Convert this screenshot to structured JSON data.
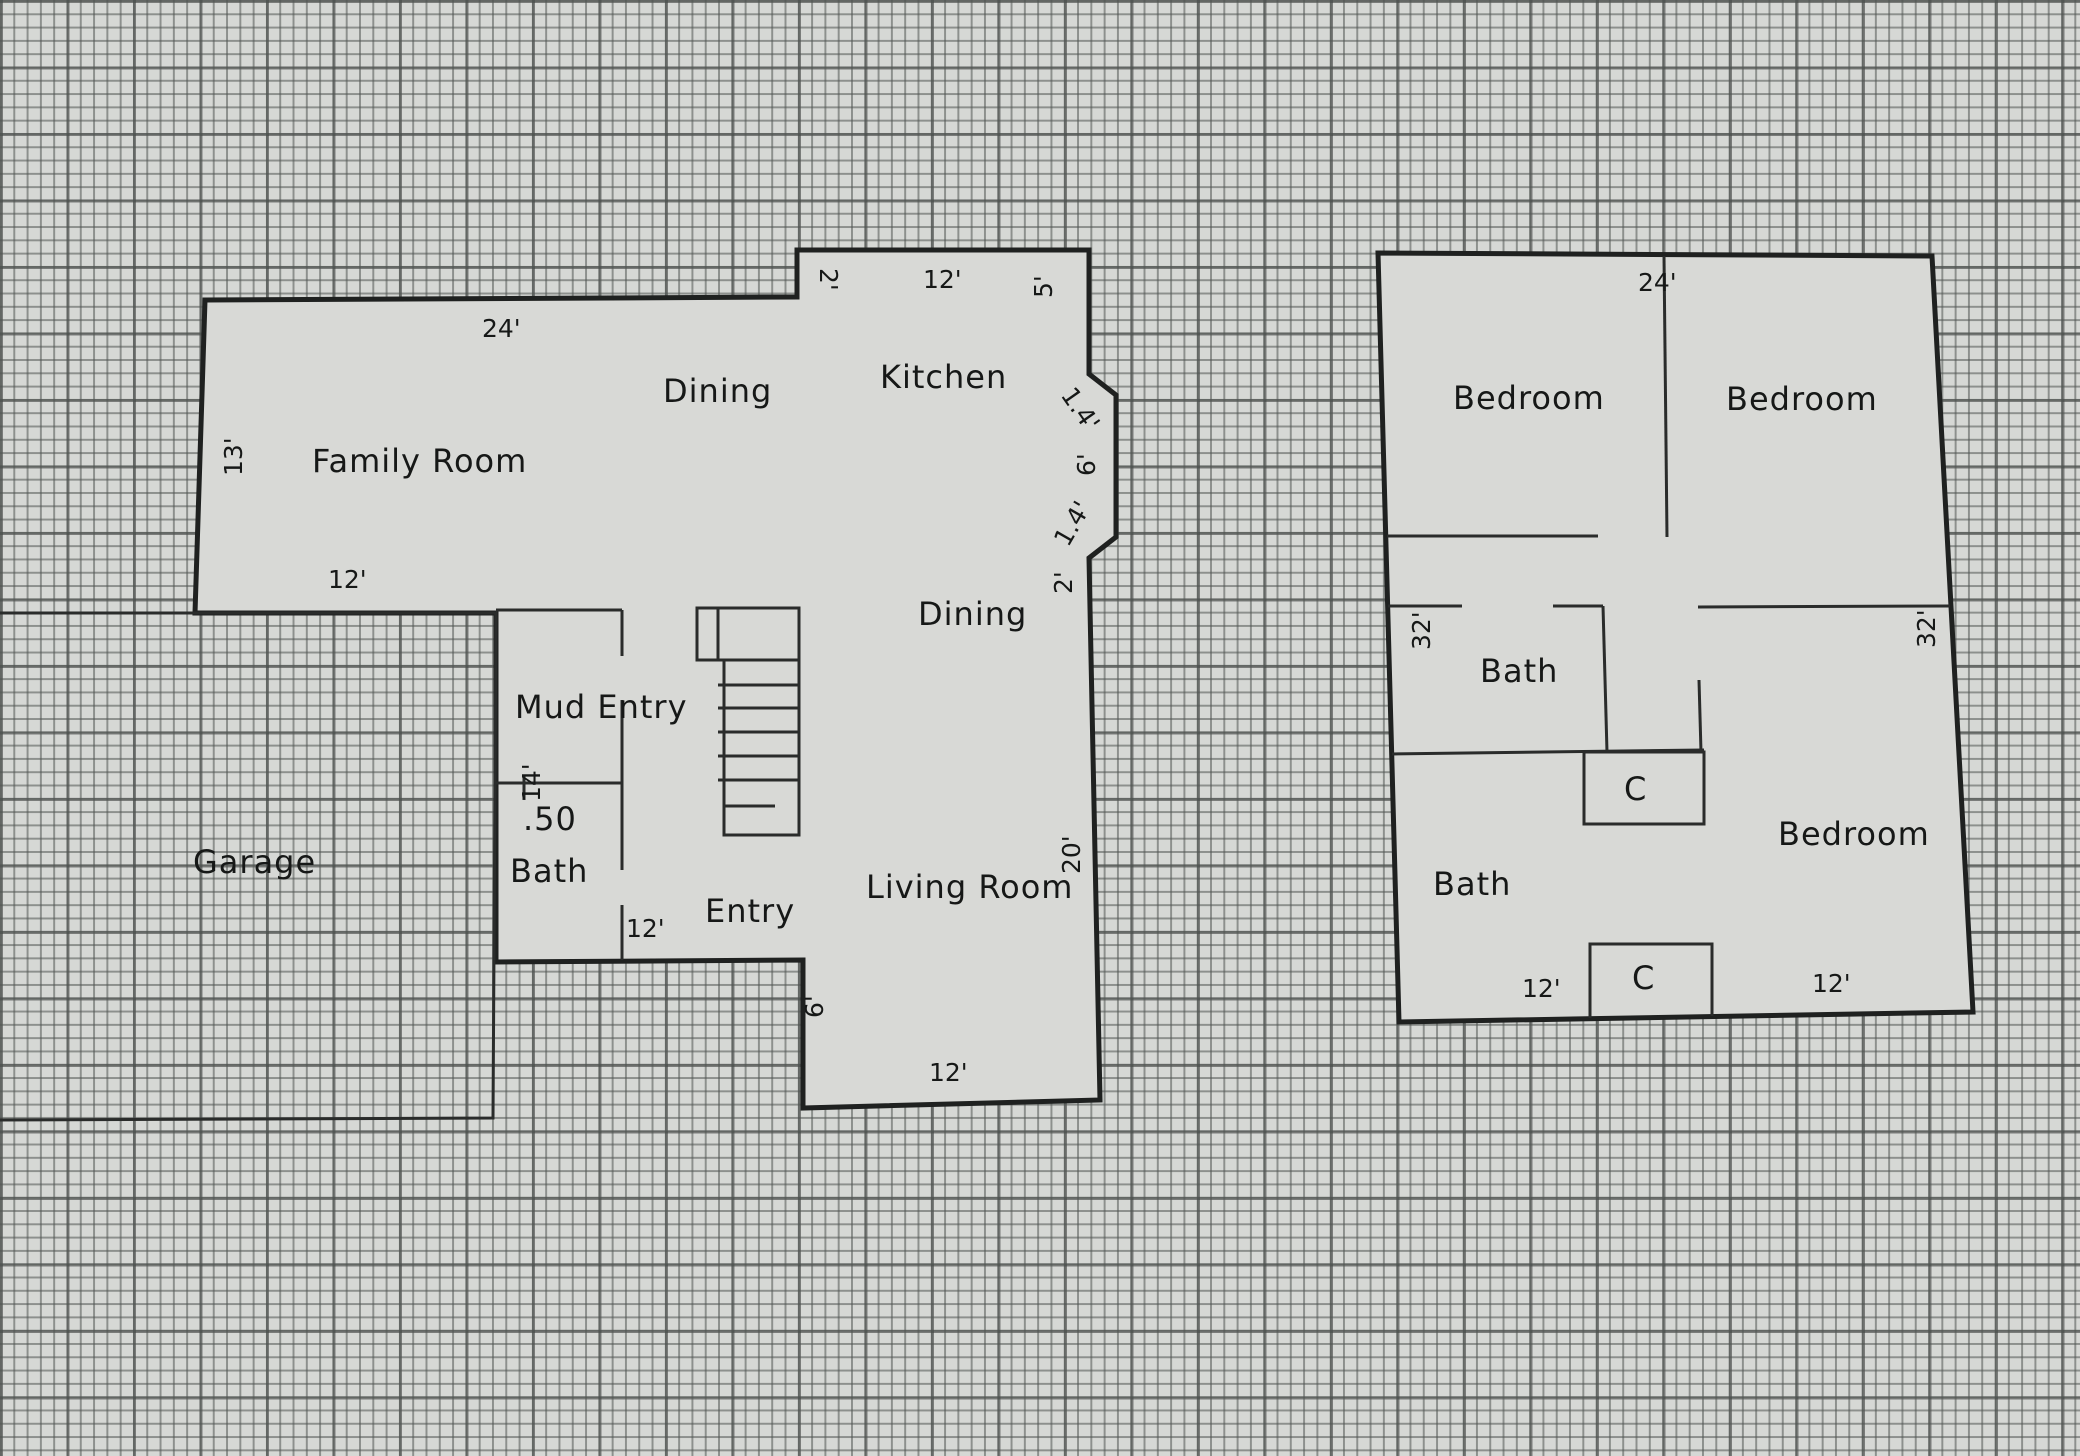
{
  "first_floor": {
    "rooms": {
      "family_room": "Family Room",
      "dining_top": "Dining",
      "kitchen": "Kitchen",
      "dining_right": "Dining",
      "mud_entry": "Mud Entry",
      "half_bath_number": ".50",
      "half_bath": "Bath",
      "entry": "Entry",
      "living_room": "Living Room",
      "garage": "Garage"
    },
    "dimensions": {
      "top_left": "24'",
      "left_side": "13'",
      "family_bottom": "12'",
      "kitchen_notch": "2'",
      "kitchen_top": "12'",
      "right_upper": "5'",
      "bay_upper": "1.4'",
      "bay_middle": "6'",
      "bay_lower": "1.4'",
      "right_after_bay": "2'",
      "right_long": "20'",
      "mud_width": "14'",
      "entry_width": "12'",
      "bottom_notch": "6'",
      "bottom": "12'"
    }
  },
  "second_floor": {
    "rooms": {
      "bedroom_top_left": "Bedroom",
      "bedroom_top_right": "Bedroom",
      "bath_upper": "Bath",
      "closet_upper": "C",
      "bedroom_lower_right": "Bedroom",
      "bath_lower": "Bath",
      "closet_lower": "C"
    },
    "dimensions": {
      "top": "24'",
      "left_side": "32'",
      "right_side": "32'",
      "bottom_left": "12'",
      "bottom_right": "12'"
    }
  },
  "colors": {
    "wall": "#1f2120",
    "floor_fill": "#d8d9d6",
    "grid_paper": "#d6d8d5"
  }
}
